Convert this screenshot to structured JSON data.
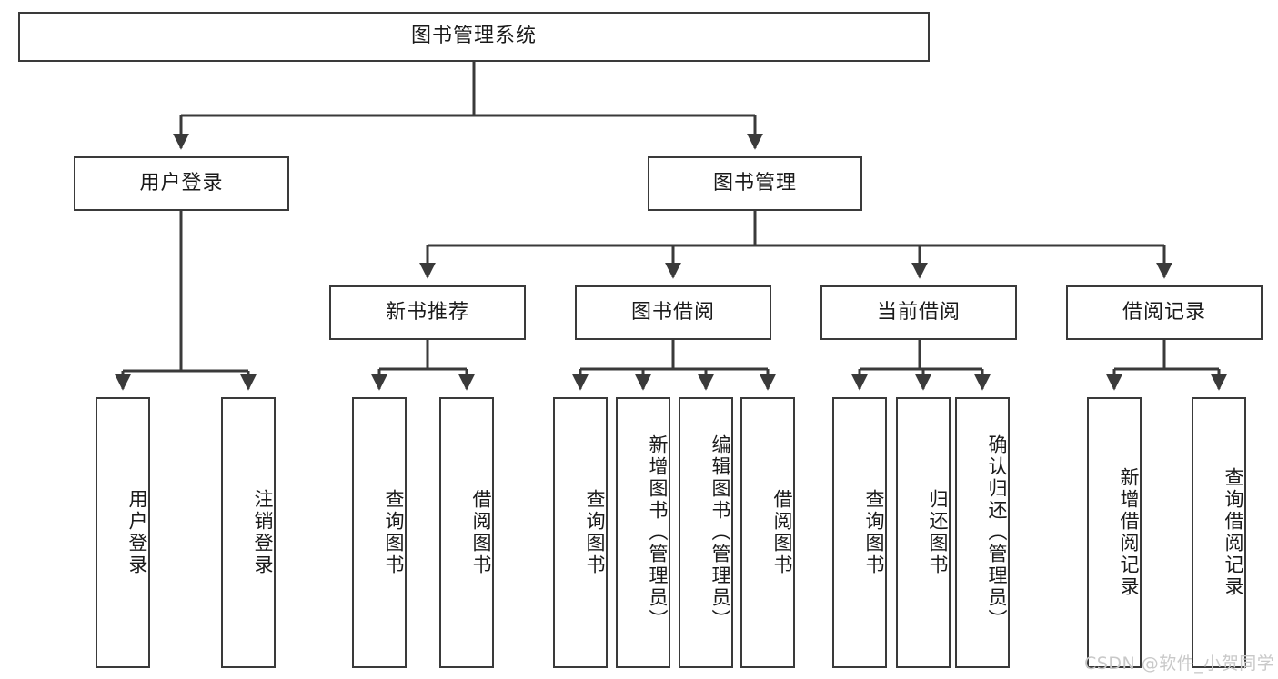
{
  "diagram": {
    "title": "图书管理系统",
    "type": "hierarchy-tree",
    "colors": {
      "node_border": "#3a3a3a",
      "node_fill": "#ffffff",
      "edge": "#3a3a3a",
      "text": "#1a1a1a",
      "watermark": "#c9c9c9",
      "background": "#ffffff"
    },
    "root": {
      "label": "图书管理系统",
      "orientation": "horizontal"
    },
    "level1": [
      {
        "label": "用户登录",
        "orientation": "horizontal"
      },
      {
        "label": "图书管理",
        "orientation": "horizontal"
      }
    ],
    "level2": [
      {
        "label": "新书推荐",
        "orientation": "horizontal",
        "parent": "图书管理"
      },
      {
        "label": "图书借阅",
        "orientation": "horizontal",
        "parent": "图书管理"
      },
      {
        "label": "当前借阅",
        "orientation": "horizontal",
        "parent": "图书管理"
      },
      {
        "label": "借阅记录",
        "orientation": "horizontal",
        "parent": "图书管理"
      }
    ],
    "leaves": {
      "user_login": [
        {
          "label": "用户登录",
          "orientation": "vertical"
        },
        {
          "label": "注销登录",
          "orientation": "vertical"
        }
      ],
      "new_book_recommend": [
        {
          "label": "查询图书",
          "orientation": "vertical"
        },
        {
          "label": "借阅图书",
          "orientation": "vertical"
        }
      ],
      "book_borrow": [
        {
          "label": "查询图书",
          "orientation": "vertical"
        },
        {
          "label": "新增图书（管理员）",
          "orientation": "vertical"
        },
        {
          "label": "编辑图书（管理员）",
          "orientation": "vertical"
        },
        {
          "label": "借阅图书",
          "orientation": "vertical"
        }
      ],
      "current_borrow": [
        {
          "label": "查询图书",
          "orientation": "vertical"
        },
        {
          "label": "归还图书",
          "orientation": "vertical"
        },
        {
          "label": "确认归还（管理员）",
          "orientation": "vertical"
        }
      ],
      "borrow_record": [
        {
          "label": "新增借阅记录",
          "orientation": "vertical"
        },
        {
          "label": "查询借阅记录",
          "orientation": "vertical"
        }
      ]
    }
  },
  "watermark": {
    "text": "CSDN @软件_小贺同学"
  }
}
